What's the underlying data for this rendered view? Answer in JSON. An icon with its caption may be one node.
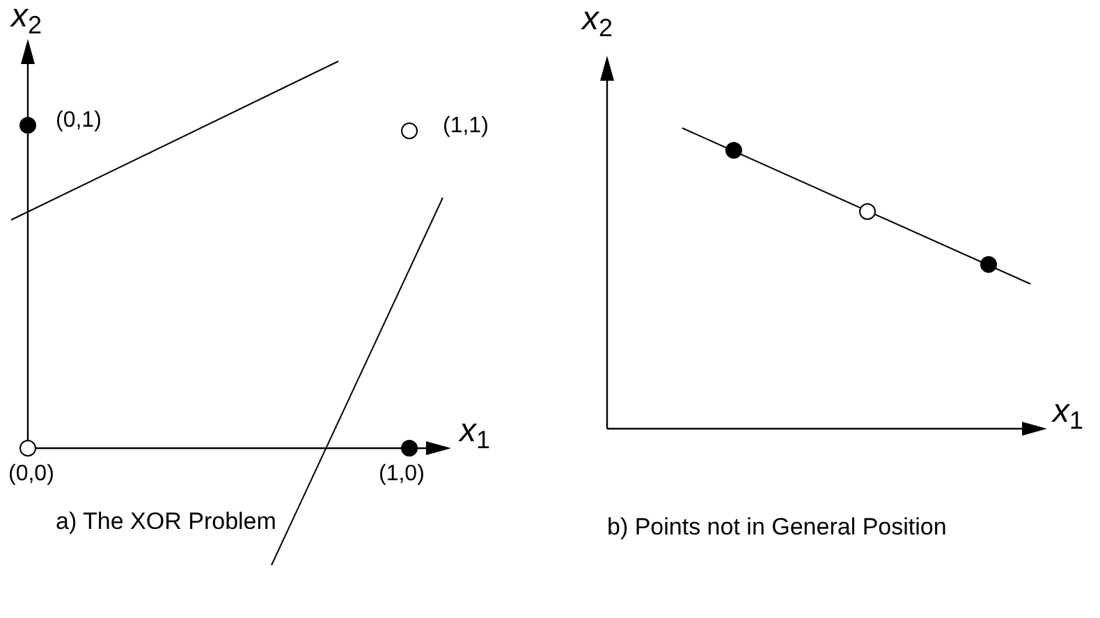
{
  "diagram": {
    "nodes": [
      {
        "text": [],
        "shape": "dot",
        "beside": [
          "(0,1)"
        ]
      },
      {
        "text": [],
        "shape": "circle",
        "beside": [
          "(1,1)"
        ]
      },
      {
        "text": [],
        "shape": "circle",
        "beside": [
          "(0,0)"
        ]
      },
      {
        "text": [],
        "shape": "dot",
        "beside": [
          "(1,0)"
        ]
      },
      {
        "text": [],
        "shape": "dot"
      },
      {
        "text": [],
        "shape": "circle"
      },
      {
        "text": [],
        "shape": "dot"
      }
    ],
    "labels": [
      "*x*$_{2}$",
      "*x*$_{1}$",
      "a) The XOR Problem",
      "*x*$_{2}$",
      "*x*$_{1}$",
      "b) Points not in General Position"
    ]
  }
}
